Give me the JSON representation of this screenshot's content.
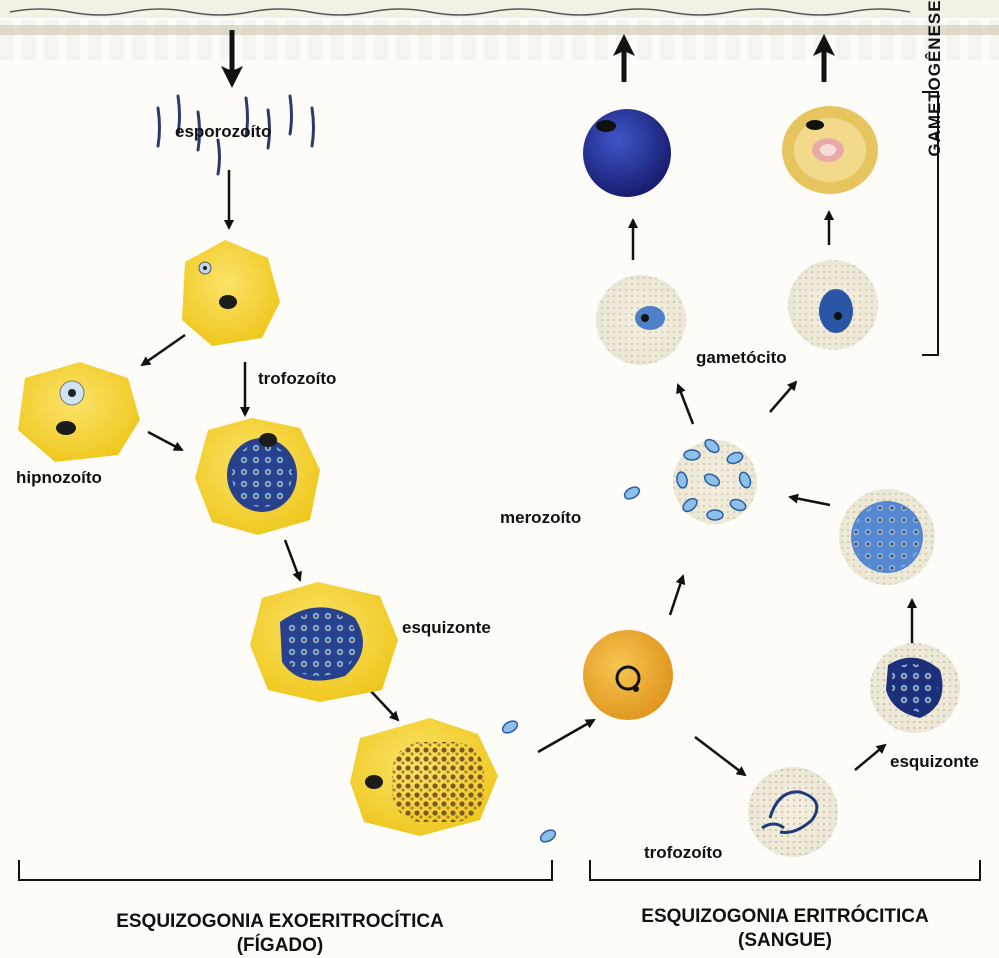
{
  "labels": {
    "esporozoito": "esporozoíto",
    "trofozoito_liver": "trofozoíto",
    "hipnozoito": "hipnozoíto",
    "esquizonte_liver": "esquizonte",
    "merozoito": "merozoíto",
    "gametocito": "gametócito",
    "trofozoito_blood": "trofozoíto",
    "esquizonte_blood": "esquizonte",
    "gametogenese": "GAMETOGÊNESE"
  },
  "sections": {
    "exo_line1": "ESQUIZOGONIA EXOERITROCÍTICA",
    "exo_line2": "(FÍGADO)",
    "eri_line1": "ESQUIZOGONIA ERITRÓCITICA",
    "eri_line2": "(SANGUE)"
  },
  "colors": {
    "hepatocyte": "#f3d21f",
    "rbc": "#e9a326",
    "parasite_blue": "#2a4f9a",
    "dark_blue": "#1b2066",
    "nucleus": "#1b1b1b"
  }
}
